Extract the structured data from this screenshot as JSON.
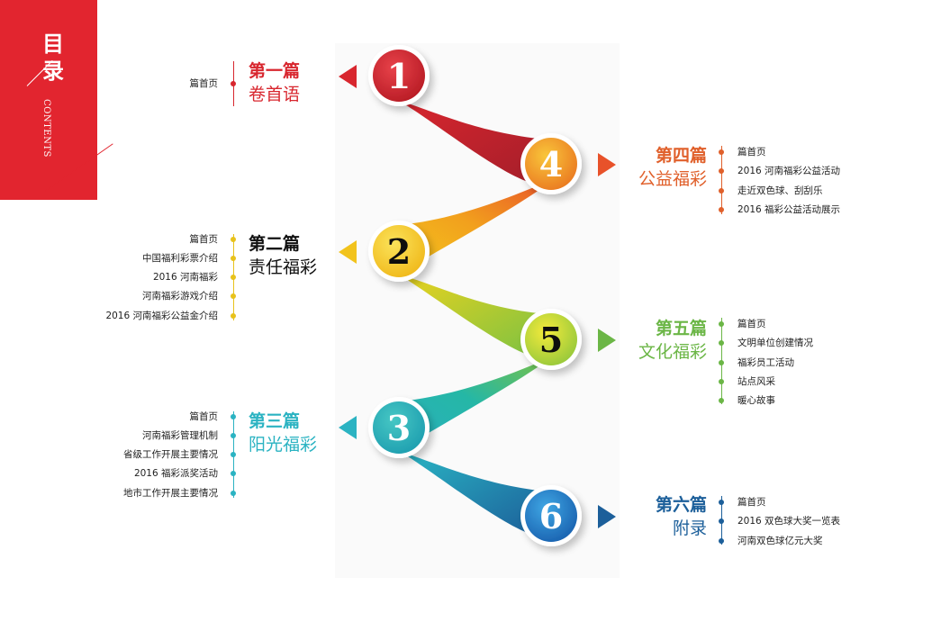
{
  "corner": {
    "title": "目录",
    "subtitle": "CONTENTS",
    "color": "#e2252f"
  },
  "chapters": [
    {
      "num": "1",
      "title": "第一篇",
      "subtitle": "卷首语",
      "color": "#d8262e",
      "items": [
        "篇首页"
      ]
    },
    {
      "num": "2",
      "title": "第二篇",
      "subtitle": "责任福彩",
      "color": "#111111",
      "dot_color": "#e8c21b",
      "items": [
        "篇首页",
        "中国福利彩票介绍",
        "2016 河南福彩",
        "河南福彩游戏介绍",
        "2016 河南福彩公益金介绍"
      ]
    },
    {
      "num": "3",
      "title": "第三篇",
      "subtitle": "阳光福彩",
      "color": "#2bb3c2",
      "items": [
        "篇首页",
        "河南福彩管理机制",
        "省级工作开展主要情况",
        "2016 福彩派奖活动",
        "地市工作开展主要情况"
      ]
    },
    {
      "num": "4",
      "title": "第四篇",
      "subtitle": "公益福彩",
      "color": "#e0602b",
      "items": [
        "篇首页",
        "2016 河南福彩公益活动",
        "走近双色球、刮刮乐",
        "2016 福彩公益活动展示"
      ]
    },
    {
      "num": "5",
      "title": "第五篇",
      "subtitle": "文化福彩",
      "color": "#6bb646",
      "items": [
        "篇首页",
        "文明单位创建情况",
        "福彩员工活动",
        "站点风采",
        "暖心故事"
      ]
    },
    {
      "num": "6",
      "title": "第六篇",
      "subtitle": "附录",
      "color": "#1c5f9a",
      "items": [
        "篇首页",
        "2016 双色球大奖一览表",
        "河南双色球亿元大奖"
      ]
    }
  ]
}
